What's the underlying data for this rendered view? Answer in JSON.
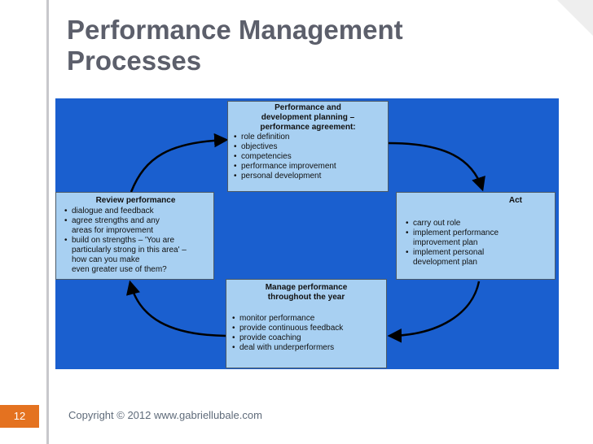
{
  "slide": {
    "title_line1": "Performance Management",
    "title_line2": "Processes",
    "number": "12",
    "footer": "Copyright © 2012 www.gabriellubale.com"
  },
  "colors": {
    "panel": "#1a5fcf",
    "box": "#a8d0f2",
    "arrow": "#000000",
    "number_badge": "#e47220",
    "title": "#5c5f6b"
  },
  "diagram": {
    "top": {
      "heading": [
        "Performance and",
        "development planning –",
        "performance agreement:"
      ],
      "items": [
        "role definition",
        "objectives",
        "competencies",
        "performance improvement",
        "personal development"
      ]
    },
    "left": {
      "heading": "Review performance",
      "items": [
        [
          "dialogue and feedback"
        ],
        [
          "agree strengths and any",
          "areas for improvement"
        ],
        [
          "build on strengths – 'You are",
          "particularly  strong in this area' –",
          "how can you make",
          "even greater use of them?"
        ]
      ]
    },
    "right": {
      "heading": "Act",
      "items": [
        [
          "carry out role"
        ],
        [
          "implement performance",
          "improvement plan"
        ],
        [
          "implement personal",
          "development plan"
        ]
      ]
    },
    "bottom": {
      "heading": [
        "Manage performance",
        "throughout the year"
      ],
      "items": [
        "monitor performance",
        "provide continuous feedback",
        "provide coaching",
        "deal with underperformers"
      ]
    }
  }
}
